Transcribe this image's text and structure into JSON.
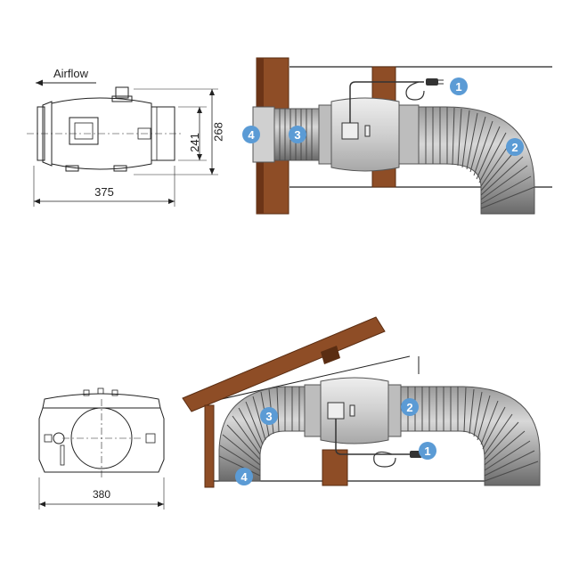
{
  "labels": {
    "airflow": "Airflow",
    "dim_length": "375",
    "dim_inner": "241",
    "dim_outer": "268",
    "dim_width": "380"
  },
  "top_badges": [
    "1",
    "2",
    "3",
    "4"
  ],
  "bottom_badges": [
    "1",
    "2",
    "3",
    "4"
  ],
  "colors": {
    "badge": "#5b9bd5",
    "wood": "#8b4a24",
    "wood_dark": "#5a2d12",
    "duct_light": "#c4c4c4",
    "duct_dark": "#6f6f6f",
    "fan_body": "#d6d6d6",
    "line": "#222222"
  },
  "icons": [
    "airflow-arrow-icon",
    "plug-icon",
    "fan-unit-icon"
  ]
}
